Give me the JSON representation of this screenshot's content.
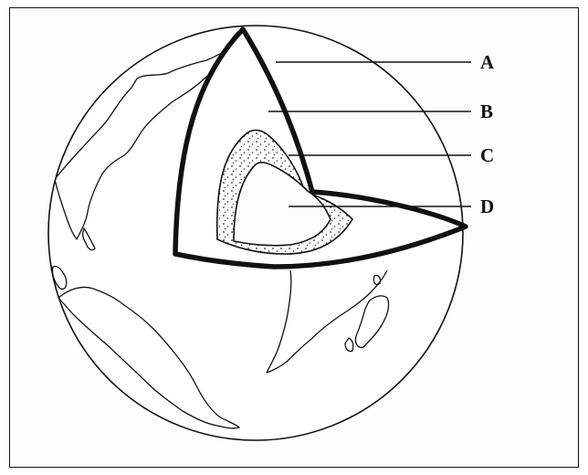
{
  "diagram": {
    "labels": [
      {
        "id": "A",
        "text": "A"
      },
      {
        "id": "B",
        "text": "B"
      },
      {
        "id": "C",
        "text": "C"
      },
      {
        "id": "D",
        "text": "D"
      }
    ],
    "colors": {
      "ink": "#111111",
      "paper": "#ffffff",
      "stipple": "#2a2a2a"
    }
  }
}
